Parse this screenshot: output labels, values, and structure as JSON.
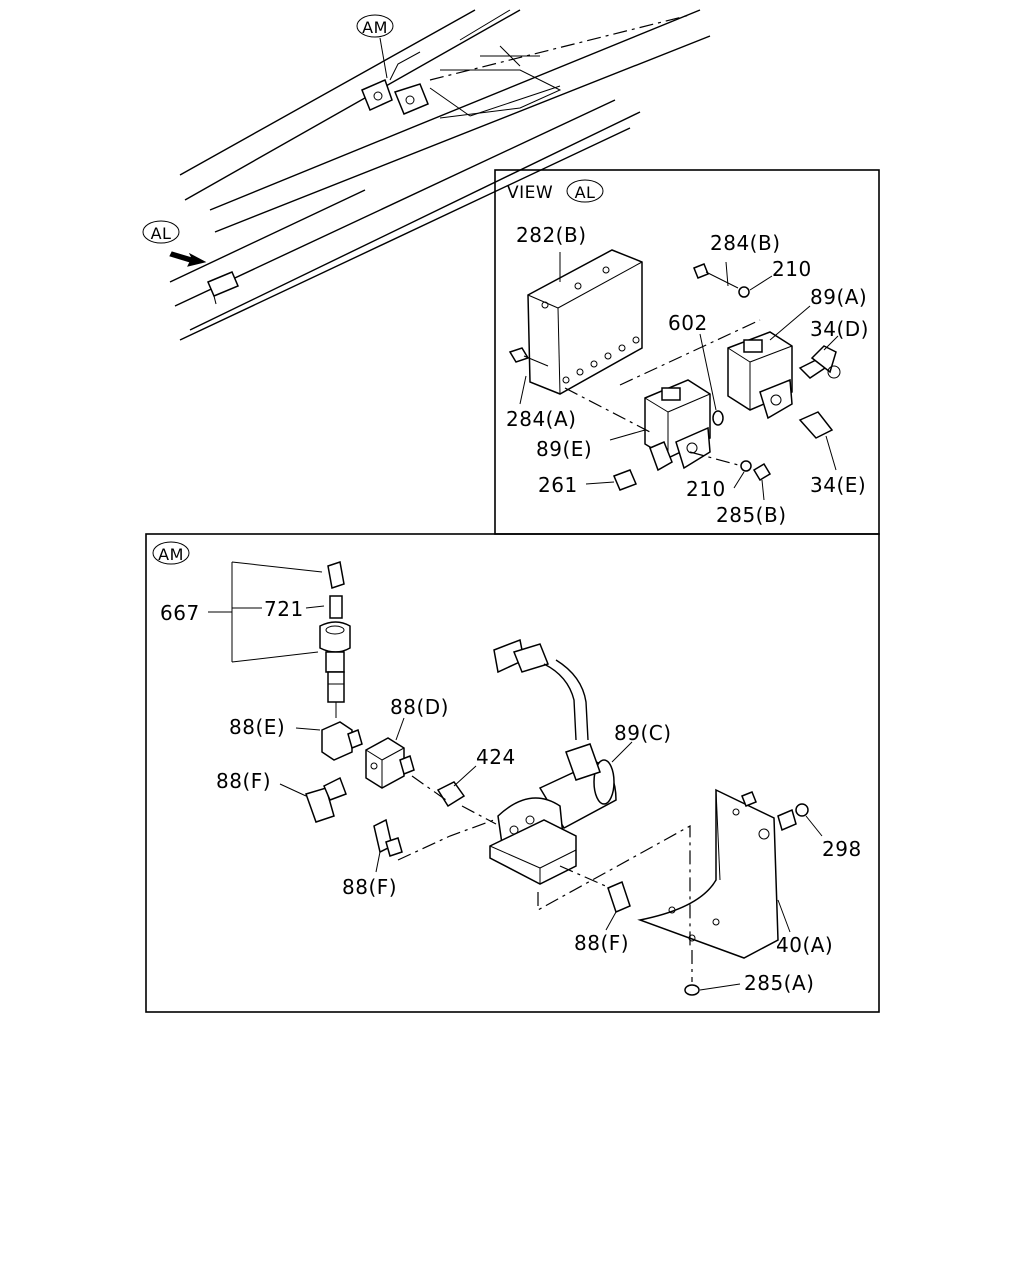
{
  "overview": {
    "callout_am": "AM",
    "callout_al": "AL"
  },
  "view_al": {
    "title_prefix": "VIEW",
    "title_ref": "AL",
    "labels": {
      "p282b": "282(B)",
      "p284b": "284(B)",
      "p210_top": "210",
      "p89a": "89(A)",
      "p34d": "34(D)",
      "p602": "602",
      "p284a": "284(A)",
      "p89e": "89(E)",
      "p261": "261",
      "p210_bottom": "210",
      "p285b": "285(B)",
      "p34e": "34(E)"
    }
  },
  "view_am": {
    "title_ref": "AM",
    "labels": {
      "p667": "667",
      "p721": "721",
      "p88e": "88(E)",
      "p88d": "88(D)",
      "p88f_left": "88(F)",
      "p424": "424",
      "p89c": "89(C)",
      "p88f_mid": "88(F)",
      "p298": "298",
      "p88f_bottom": "88(F)",
      "p40a": "40(A)",
      "p285a": "285(A)"
    }
  }
}
